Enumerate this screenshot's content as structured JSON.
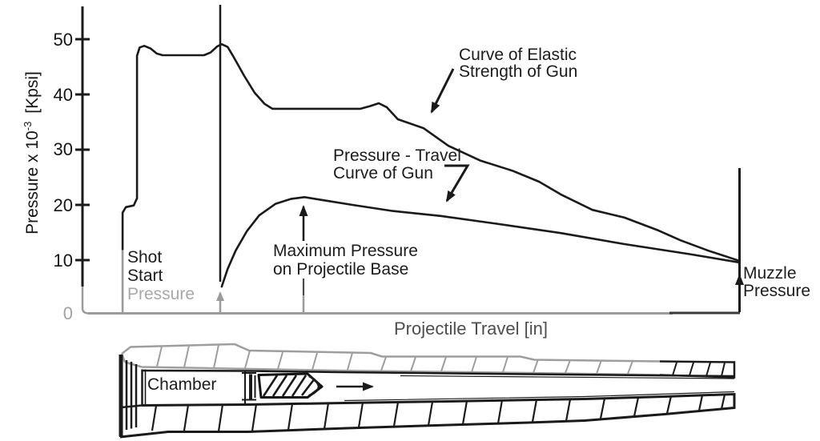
{
  "figure": {
    "background": "#ffffff",
    "ink_color": "#1a1a1a",
    "muted_color": "#9b9b9b"
  },
  "chart": {
    "ylabel": {
      "base": "Pressure x 10",
      "exp": "-3",
      "unit": "[Kpsi]"
    },
    "xlabel": "Projectile Travel [in]",
    "y_tick_labels": [
      "50",
      "40",
      "30",
      "20",
      "10",
      "0"
    ],
    "annotations": {
      "shot_start": {
        "line1": "Shot",
        "line2": "Start",
        "line3": "Pressure"
      },
      "max_pressure": {
        "line1": "Maximum Pressure",
        "line2": "on Projectile Base"
      },
      "elastic": {
        "line1": "Curve of Elastic",
        "line2": "Strength of Gun"
      },
      "pressure_travel": {
        "line1": "Pressure - Travel",
        "line2": "Curve of Gun"
      },
      "muzzle": {
        "line1": "Muzzle",
        "line2": "Pressure"
      }
    }
  },
  "barrel": {
    "chamber_label": "Chamber"
  },
  "chart_data": {
    "type": "line",
    "title": "",
    "xlabel": "Projectile Travel [in]",
    "ylabel": "Pressure x 10^-3 [Kpsi]",
    "x_axis_note": "x axis has no numeric ticks; x given as 0-100 relative travel (0 = breech axis, 100 = muzzle)",
    "ylim": [
      0,
      55
    ],
    "y_ticks": [
      0,
      10,
      20,
      30,
      40,
      50
    ],
    "grid": false,
    "legend": "inline text annotations with leader arrows",
    "key_values": {
      "elastic_strength_peak_kpsi": 49,
      "max_pressure_on_projectile_base_kpsi": 21.4,
      "shot_start_pressure_kpsi": 5.2,
      "muzzle_pressure_kpsi": 9.7
    },
    "series": [
      {
        "name": "Curve of Elastic Strength of Gun",
        "points": [
          [
            6.1,
            12
          ],
          [
            6.1,
            18.6
          ],
          [
            6.6,
            19.6
          ],
          [
            7.8,
            19.9
          ],
          [
            8.3,
            21.2
          ],
          [
            8.3,
            47.0
          ],
          [
            8.7,
            48.5
          ],
          [
            9.4,
            48.8
          ],
          [
            10.4,
            48.3
          ],
          [
            11.3,
            47.4
          ],
          [
            12.2,
            47.1
          ],
          [
            18.5,
            47.1
          ],
          [
            19.5,
            47.6
          ],
          [
            20.5,
            48.7
          ],
          [
            21.2,
            49.1
          ],
          [
            22.1,
            48.6
          ],
          [
            23.0,
            46.8
          ],
          [
            24.6,
            43.4
          ],
          [
            26.2,
            40.3
          ],
          [
            27.7,
            38.3
          ],
          [
            28.9,
            37.4
          ],
          [
            42.3,
            37.4
          ],
          [
            43.8,
            37.9
          ],
          [
            45.1,
            38.4
          ],
          [
            46.3,
            37.7
          ],
          [
            48.0,
            35.5
          ],
          [
            51.9,
            33.9
          ],
          [
            55.7,
            30.7
          ],
          [
            60.6,
            28.0
          ],
          [
            65.4,
            26.2
          ],
          [
            69.5,
            24.2
          ],
          [
            72.8,
            21.9
          ],
          [
            77.6,
            19.1
          ],
          [
            82.5,
            17.7
          ],
          [
            87.4,
            15.5
          ],
          [
            91.0,
            13.6
          ],
          [
            95.3,
            11.7
          ],
          [
            99.9,
            9.9
          ]
        ]
      },
      {
        "name": "Pressure - Travel Curve of Gun",
        "points": [
          [
            21.2,
            5.2
          ],
          [
            22.1,
            8.4
          ],
          [
            23.3,
            11.7
          ],
          [
            25.0,
            15.2
          ],
          [
            26.9,
            18.1
          ],
          [
            29.4,
            20.2
          ],
          [
            31.8,
            21.1
          ],
          [
            33.8,
            21.4
          ],
          [
            36.4,
            20.9
          ],
          [
            41.1,
            20.0
          ],
          [
            47.2,
            18.9
          ],
          [
            54.5,
            18.0
          ],
          [
            63.0,
            16.6
          ],
          [
            72.8,
            14.9
          ],
          [
            82.5,
            12.9
          ],
          [
            92.3,
            11.1
          ],
          [
            99.9,
            9.6
          ]
        ]
      },
      {
        "name": "elastic-curve-faded-base-segment",
        "points": [
          [
            6.1,
            0.3
          ],
          [
            6.1,
            12
          ]
        ]
      }
    ]
  }
}
